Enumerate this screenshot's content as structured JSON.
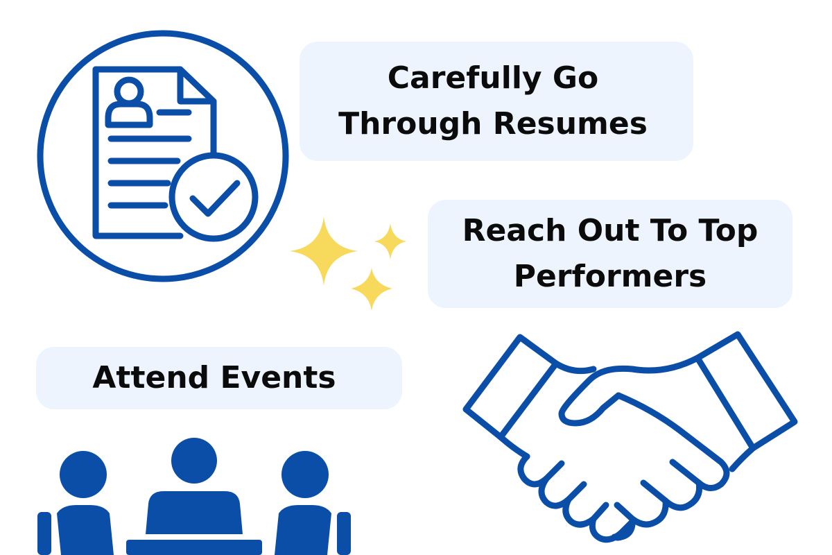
{
  "colors": {
    "icon_blue": "#0a4ea8",
    "pill_bg": "#edf4fd",
    "sparkle_yellow": "#f7d95c",
    "text": "#0b0b0b"
  },
  "cards": {
    "resumes": {
      "line1": "Carefully Go",
      "line2": "Through Resumes"
    },
    "performers": {
      "line1": "Reach Out To Top",
      "line2": "Performers"
    },
    "events": {
      "label": "Attend Events"
    }
  },
  "icons": {
    "resume": "resume-check-icon",
    "sparkles": "sparkles-icon",
    "handshake": "handshake-icon",
    "meeting": "meeting-people-icon"
  }
}
